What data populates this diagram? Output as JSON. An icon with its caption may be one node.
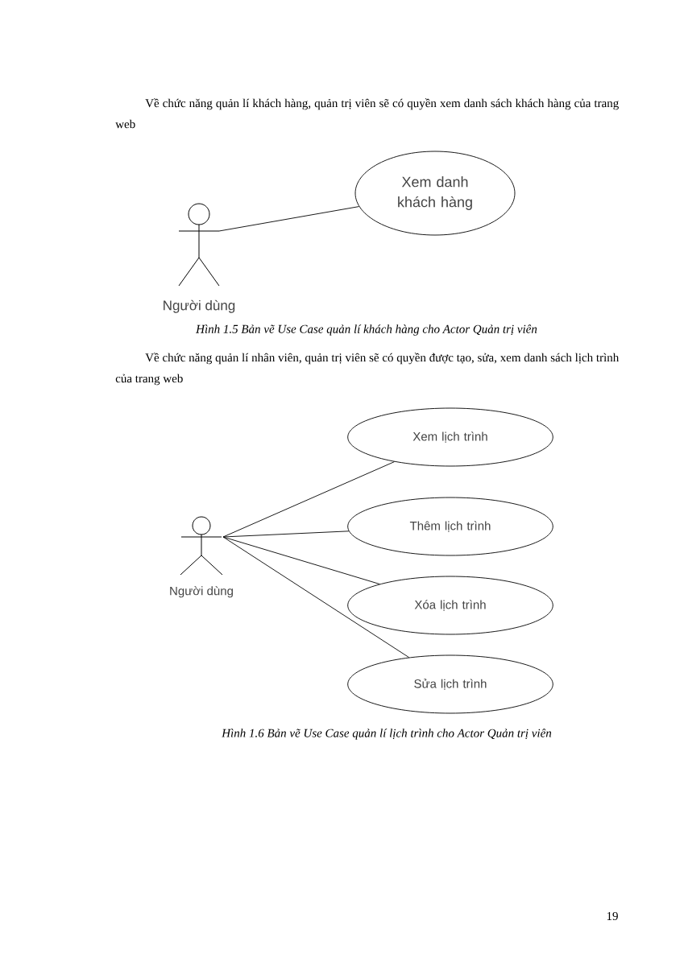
{
  "diagram": {
    "nodes": [
      {
        "text": [
          "Người dùng"
        ]
      },
      {
        "text": [
          "Xem danh khách hàng"
        ]
      },
      {
        "text": [
          "Người dùng"
        ]
      },
      {
        "text": [
          "Xem lịch trình"
        ]
      },
      {
        "text": [
          "Thêm lịch trình"
        ]
      },
      {
        "text": [
          "Xóa lịch trình"
        ]
      },
      {
        "text": [
          "Sửa lịch trình"
        ]
      }
    ],
    "edges": [
      {
        "from": 0,
        "to": 1,
        "arrow": "none"
      },
      {
        "from": 2,
        "to": 3,
        "arrow": "none"
      },
      {
        "from": 2,
        "to": 4,
        "arrow": "none"
      },
      {
        "from": 2,
        "to": 5,
        "arrow": "none"
      },
      {
        "from": 2,
        "to": 6,
        "arrow": "none"
      }
    ],
    "labels": [
      "Về chức năng quản lí khách hàng, quản trị viên sẽ có quyền xem danh sách khách hàng  của trang web",
      "Hình 1.5 Bản vẽ Use Case quản lí khách hàng cho Actor Quản trị viên",
      "Về chức năng quản lí nhân viên, quản trị viên sẽ có quyền được tạo, sửa, xem danh sách lịch trình của trang web",
      "Hình 1.6 Bản vẽ Use Case quản lí lịch trình cho Actor Quản trị viên",
      "19"
    ]
  }
}
